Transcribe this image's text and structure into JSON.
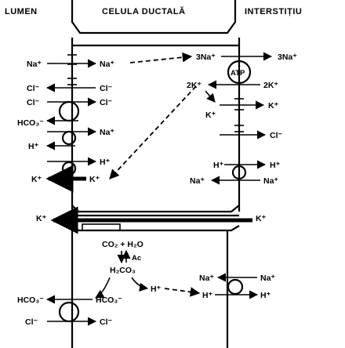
{
  "headers": {
    "lumen": "LUMEN",
    "cell": "CELULA DUCTALĂ",
    "interstitium": "INTERSTIȚIU"
  },
  "upper_cell": {
    "left": [
      "Na⁺",
      "Cl⁻",
      "Cl⁻",
      "HCO₃⁻",
      "H⁺",
      "K⁺"
    ],
    "inside_left": [
      "Na⁺",
      "Cl⁻",
      "Cl⁻",
      "Na⁺",
      "H⁺",
      "K⁺"
    ],
    "pump": {
      "label": "ATP",
      "in_left": "3Na⁺",
      "out_right": "3Na⁺",
      "k_in": "2K⁺",
      "k_out": "2K⁺"
    },
    "right_k": {
      "inside": "K⁺",
      "outside": "K⁺"
    },
    "right_cl": "Cl⁻",
    "exchanger": {
      "h_in": "H⁺",
      "h_out": "H⁺",
      "na_in": "Na⁺",
      "na_out": "Na⁺"
    }
  },
  "paracellular": {
    "left": "K⁺",
    "right": "K⁺"
  },
  "lower_cell": {
    "reaction": {
      "reactants": "CO₂ + H₂O",
      "enzyme": "Ac",
      "product": "H₂CO₃"
    },
    "h_ion": "H⁺",
    "exchanger": {
      "na_out": "Na⁺",
      "na_in": "Na⁺",
      "h_in": "H⁺",
      "h_out": "H⁺"
    },
    "left": [
      "HCO₃⁻",
      "Cl⁻"
    ],
    "inside_left": [
      "HCO₃⁻",
      "Cl⁻"
    ]
  }
}
